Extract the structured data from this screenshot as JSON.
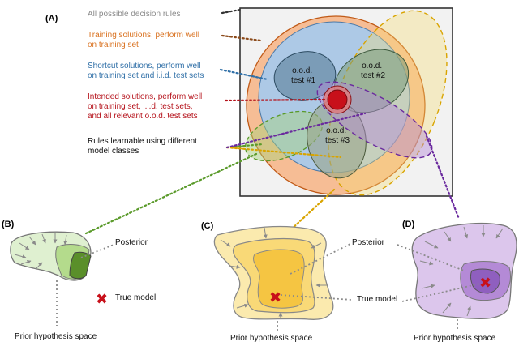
{
  "panels": {
    "a": "(A)",
    "b": "(B)",
    "c": "(C)",
    "d": "(D)"
  },
  "legend": [
    {
      "lines": [
        "All possible decision rules"
      ],
      "color": "#8a8a8a"
    },
    {
      "lines": [
        "Training solutions, perform well",
        "on training set"
      ],
      "color": "#d9711f"
    },
    {
      "lines": [
        "Shortcut solutions, perform well",
        "on training set and i.i.d. test sets"
      ],
      "color": "#2f6fa7"
    },
    {
      "lines": [
        "Intended solutions, perform well",
        "on training set, i.i.d. test sets,",
        "and all relevant o.o.d. test sets"
      ],
      "color": "#b5121b"
    },
    {
      "lines": [
        "Rules learnable using different",
        "model classes"
      ],
      "color": "#111111"
    }
  ],
  "ood_tests": [
    {
      "lines": [
        "o.o.d.",
        "test #1"
      ]
    },
    {
      "lines": [
        "o.o.d.",
        "test #2"
      ]
    },
    {
      "lines": [
        "o.o.d.",
        "test #3"
      ]
    }
  ],
  "labels": {
    "posterior": "Posterior",
    "true_model": "True model",
    "prior": "Prior hypothesis space"
  },
  "colors": {
    "grey_box": "#f2f2f2",
    "training": "#f6b98f",
    "shortcut": "#a9c9ea",
    "ood": "#6d8fa3",
    "intended": "#c8101a",
    "green": "#8bc34a",
    "yellow": "#f7dc6f",
    "purple": "#b48ad6"
  },
  "icons": [
    "cross-icon"
  ]
}
